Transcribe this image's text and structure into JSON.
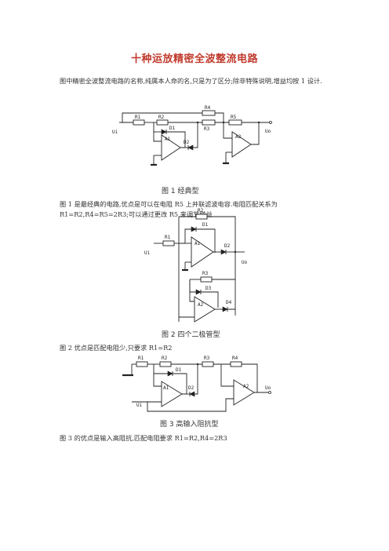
{
  "title": "十种运放精密全波整流电路",
  "intro": "图中精密全波整流电路的名称,纯属本人命的名,只是为了区分;除非特殊说明,增益均按 1 设计.",
  "fig1": {
    "caption": "图 1 经典型",
    "labels": {
      "r1": "R1",
      "r2": "R2",
      "r3": "R3",
      "r4": "R4",
      "r5": "R5",
      "d1": "D1",
      "d2": "D2",
      "a1": "A1",
      "a2": "A2",
      "ui": "Ui",
      "uo": "Uo"
    }
  },
  "fig1_text": "图 1 是最经典的电路,优点是可以在电阻 R5 上并联滤波电容.电阻匹配关系为 R1=R2,R4=R5=2R3;可以通过更改 R5 来调节增益",
  "fig2": {
    "caption": "图 2 四个二极管型",
    "labels": {
      "r1": "R1",
      "r2": "R2",
      "r3": "R3",
      "d1": "D1",
      "d2": "D2",
      "d3": "D3",
      "d4": "D4",
      "a1": "A1",
      "a2": "A2",
      "ui": "Ui",
      "uo": "Uo"
    }
  },
  "fig2_text": "图 2 优点是匹配电阻少,只要求 R1=R2",
  "fig3": {
    "caption": "图 3 高输入阻抗型",
    "labels": {
      "r1": "R1",
      "r2": "R2",
      "r3": "R3",
      "r4": "R4",
      "d1": "D1",
      "d2": "D2",
      "a1": "A1",
      "a2": "A2",
      "ui": "Ui",
      "uo": "Uo"
    }
  },
  "fig3_text": "图 3 的优点是输入高阻抗,匹配电阻要求 R1=R2,R4=2R3"
}
